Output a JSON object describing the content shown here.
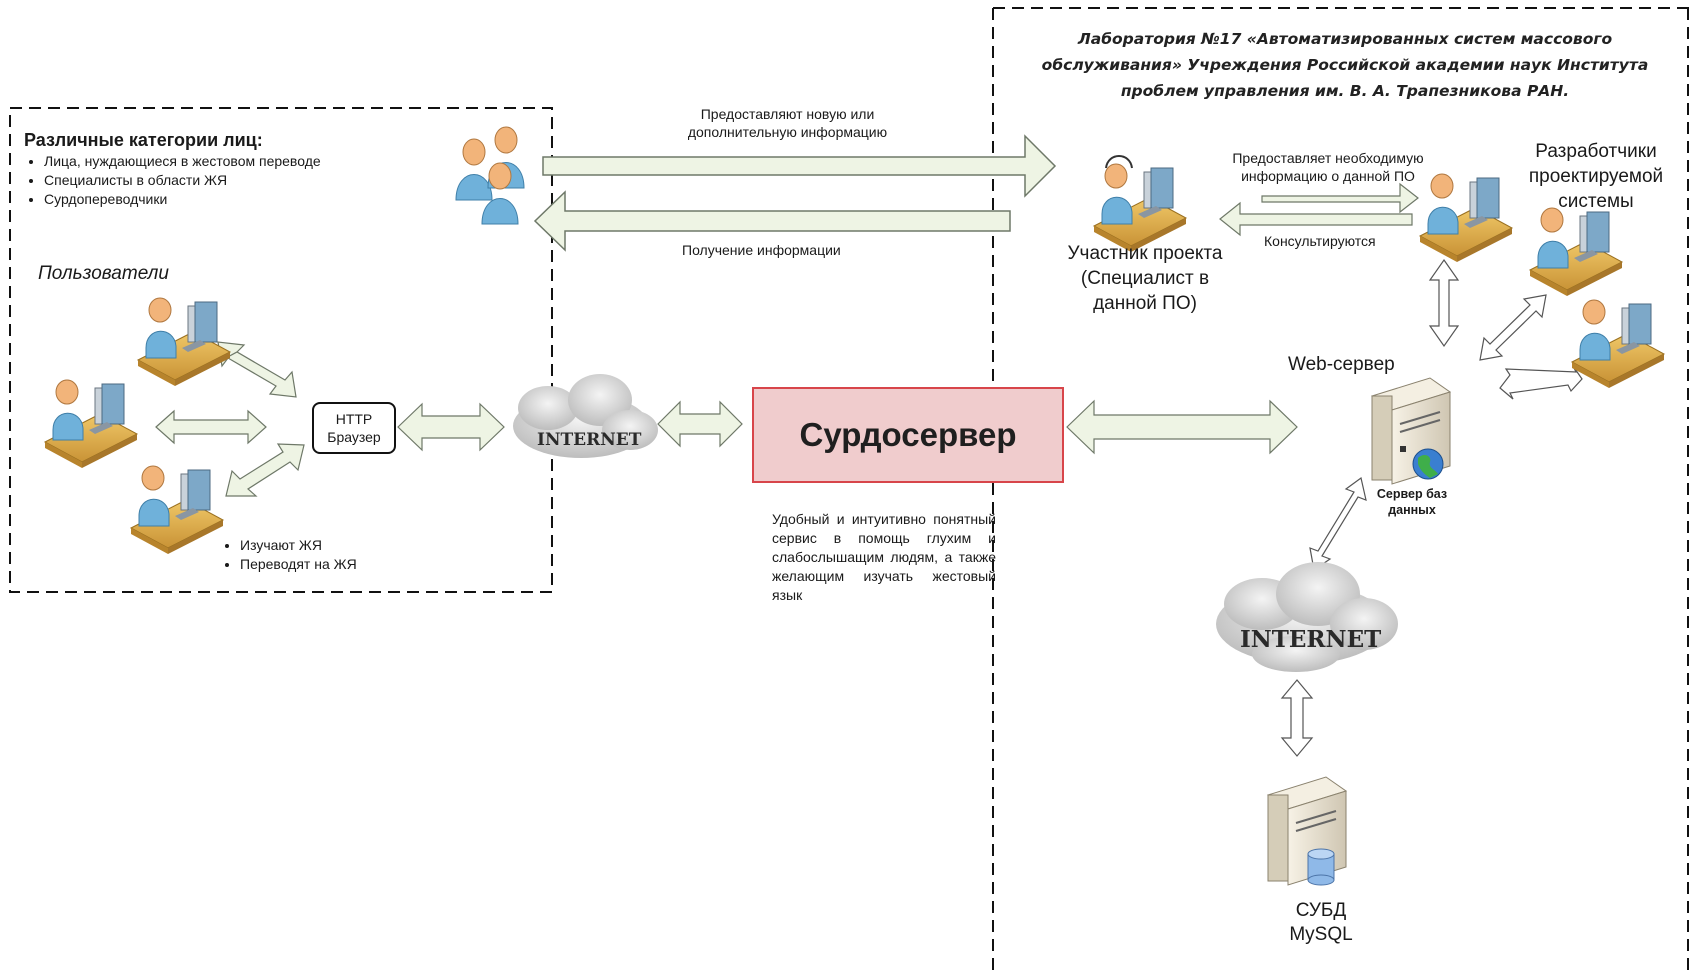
{
  "lab_title": "Лаборатория №17 «Автоматизированных систем массового обслуживания» Учреждения Российской академии наук Института проблем управления им. В. А. Трапезникова РАН.",
  "categories": {
    "heading": "Различные категории лиц:",
    "items": [
      "Лица, нуждающиеся в жестовом переводе",
      "Специалисты в области ЖЯ",
      "Сурдопереводчики"
    ]
  },
  "users_label": "Пользователи",
  "user_actions": [
    "Изучают ЖЯ",
    "Переводят на ЖЯ"
  ],
  "http_browser": {
    "line1": "HTTP",
    "line2": "Браузер"
  },
  "internet_label": "INTERNET",
  "arrow_top_label": "Предоставляют новую или дополнительную информацию",
  "arrow_bottom_label": "Получение информации",
  "server_name": "Сурдосервер",
  "server_description": "Удобный и интуитивно понятный сервис в помощь глухим и слабослышащим людям, а также желающим изучать жестовый язык",
  "participant_label": "Участник проекта (Специалист в данной ПО)",
  "provides_info_label": "Предоставляет необходимую информацию о данной ПО",
  "consult_label": "Консультируются",
  "developers_label": "Разработчики проектируемой системы",
  "web_server_label": "Web-сервер",
  "db_server_label": "Сервер баз данных",
  "dbms_label": {
    "line1": "СУБД",
    "line2": "MySQL"
  },
  "colors": {
    "arrow_fill": "#eef4e4",
    "arrow_stroke": "#6e7868",
    "server_fill": "#f0cccd",
    "server_border": "#d8454a",
    "person_fill": "#6fb1da",
    "person_skin": "#f2b47a",
    "desk_fill": "#e5b552"
  }
}
